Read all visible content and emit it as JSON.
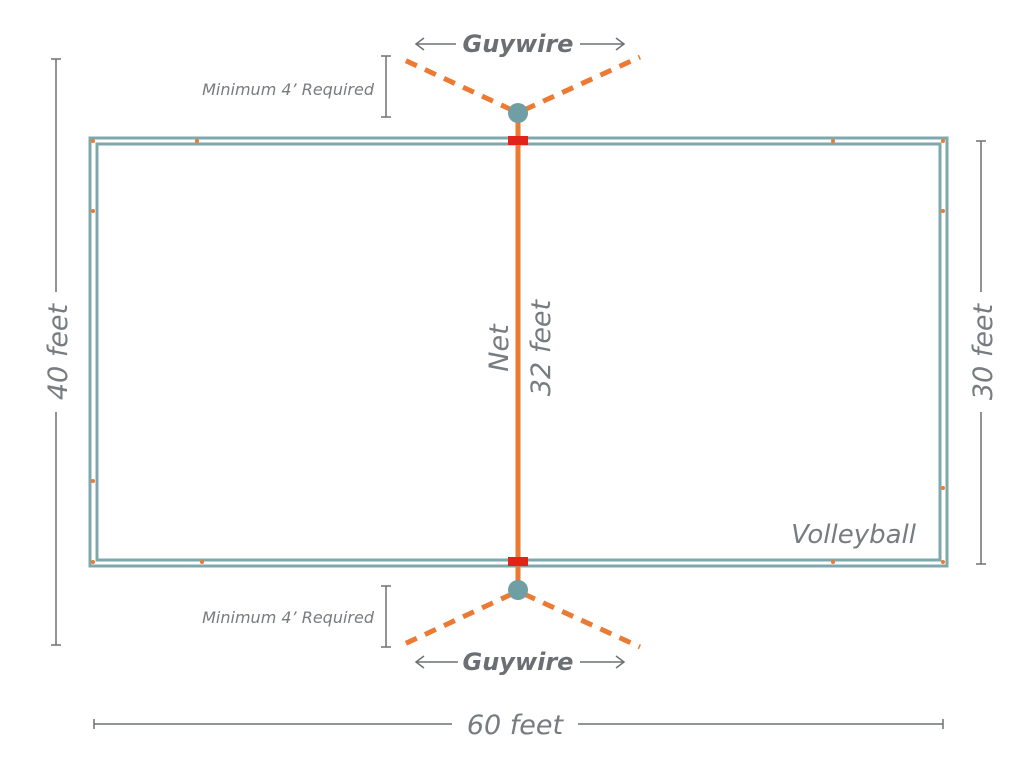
{
  "colors": {
    "court_line": "#7ea8ac",
    "net": "#ec7a33",
    "post": "#6f9ea5",
    "net_anchor": "#e2231a",
    "dimension": "#6d7175",
    "text": "#777c80",
    "guy_text": "#6b6f73"
  },
  "labels": {
    "guywire_top": "Guywire",
    "guywire_bottom": "Guywire",
    "min_required_top": "Minimum 4’ Required",
    "min_required_bottom": "Minimum 4’ Required",
    "left_dimension": "40 feet",
    "right_dimension": "30 feet",
    "bottom_dimension": "60 feet",
    "net": "Net",
    "net_length": "32 feet",
    "court_name": "Volleyball"
  }
}
